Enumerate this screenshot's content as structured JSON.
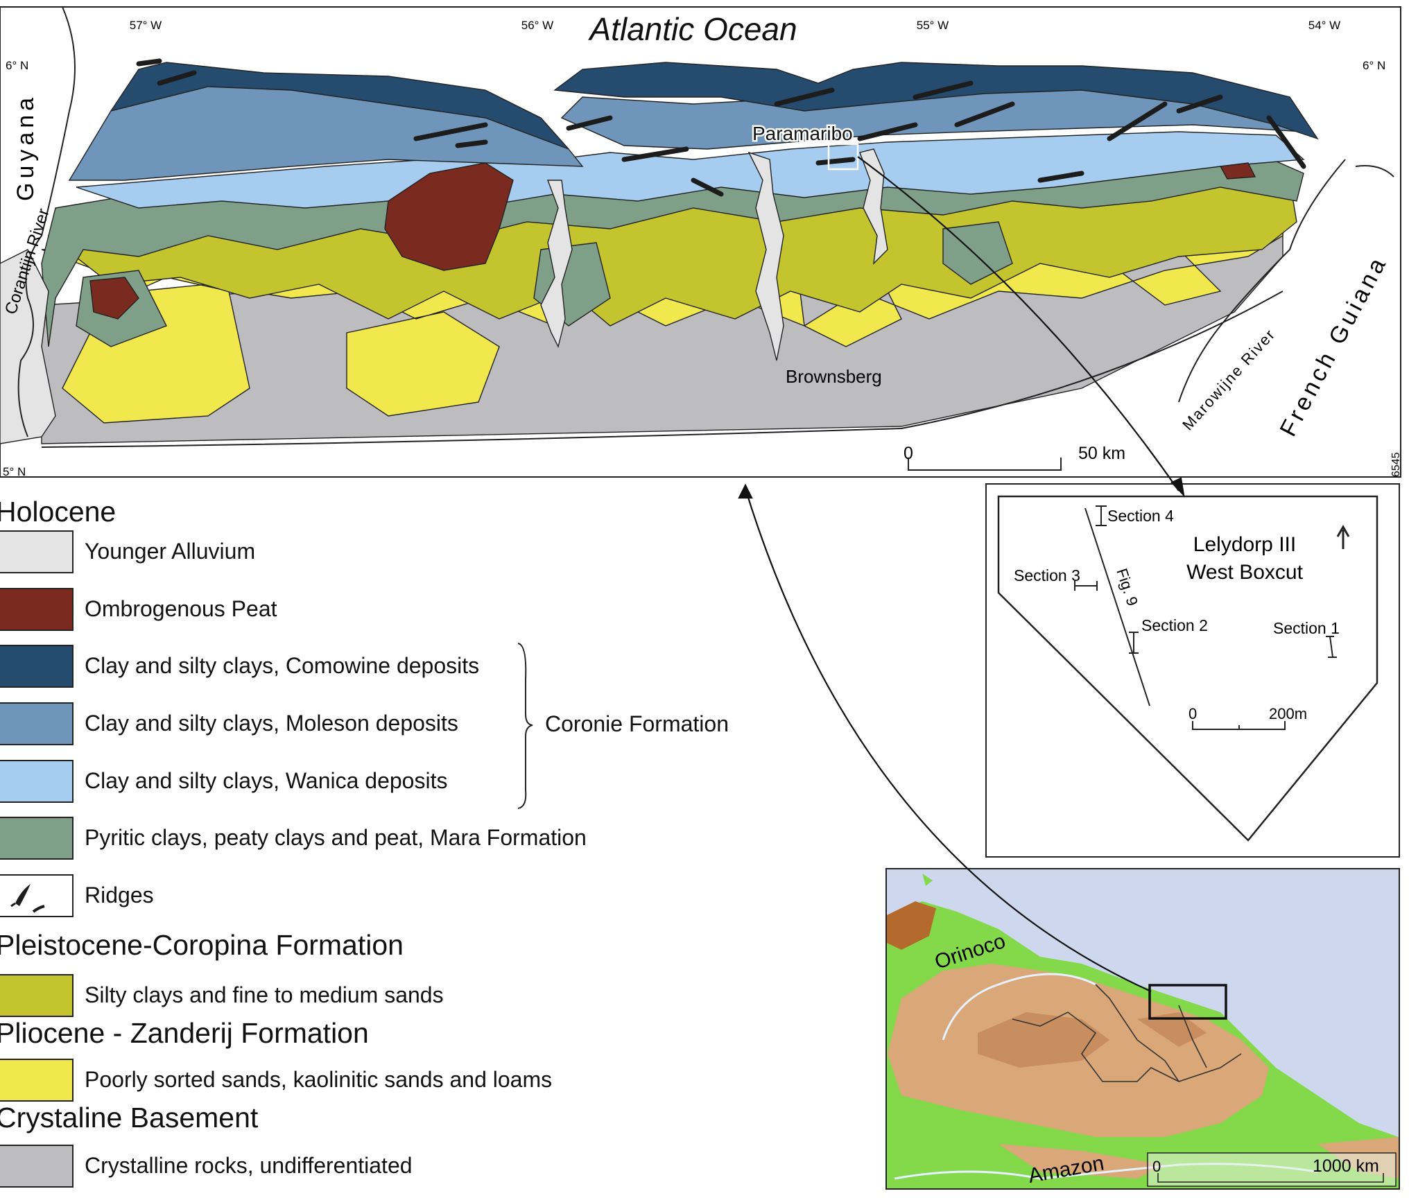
{
  "colors": {
    "younger_alluvium": "#e4e4e4",
    "ombrogenous_peat": "#7a2a1e",
    "comowine": "#254b6e",
    "moleson": "#6f95bb",
    "wanica": "#a6cdef",
    "mara": "#7f9f88",
    "coropina": "#c3c42e",
    "zanderij": "#f1e84e",
    "crystalline": "#bdbdc0",
    "ridges": "#1c1c1c",
    "inset_sea": "#cdd7ee",
    "inset_lowland": "#84d94a",
    "inset_upland": "#d9a778",
    "inset_upland_dark": "#c98e60",
    "inset_andes": "#b36a2c"
  },
  "map": {
    "title": "Atlantic Ocean",
    "graticule": {
      "longitudes": [
        "57° W",
        "56° W",
        "55° W",
        "54° W"
      ],
      "latitudes": [
        "6° N",
        "6° N",
        "5° N"
      ]
    },
    "places": {
      "guyana": "Guyana",
      "corantijn": "Corantijn River",
      "paramaribo": "Paramaribo",
      "brownsberg": "Brownsberg",
      "marowijne": "Marowijne River",
      "french_guiana": "French Guiana"
    },
    "scale": {
      "zero": "0",
      "max": "50 km"
    },
    "figure_code": "6545"
  },
  "detail": {
    "title_line1": "Lelydorp III",
    "title_line2": "West Boxcut",
    "sections": [
      "Section 4",
      "Section 3",
      "Section 2",
      "Section 1"
    ],
    "fig_line": "Fig. 9",
    "scale": {
      "zero": "0",
      "max": "200m"
    }
  },
  "inset": {
    "orinoco": "Orinoco",
    "amazon": "Amazon",
    "scale": {
      "zero": "0",
      "max": "1000 km"
    }
  },
  "legend": {
    "groups": [
      {
        "title": "Holocene",
        "items": [
          {
            "label": "Younger Alluvium",
            "key": "younger_alluvium"
          },
          {
            "label": "Ombrogenous Peat",
            "key": "ombrogenous_peat"
          },
          {
            "label": "Clay and silty clays, Comowine deposits",
            "key": "comowine"
          },
          {
            "label": "Clay and silty clays, Moleson deposits",
            "key": "moleson"
          },
          {
            "label": "Clay and silty clays, Wanica deposits",
            "key": "wanica"
          },
          {
            "label": "Pyritic clays, peaty clays and peat, Mara Formation",
            "key": "mara"
          },
          {
            "label": "Ridges",
            "key": "ridges"
          }
        ]
      },
      {
        "title": "Pleistocene-Coropina Formation",
        "items": [
          {
            "label": "Silty clays and fine to medium sands",
            "key": "coropina"
          }
        ]
      },
      {
        "title": "Pliocene - Zanderij Formation",
        "items": [
          {
            "label": "Poorly sorted sands, kaolinitic sands and loams",
            "key": "zanderij"
          }
        ]
      },
      {
        "title": "Crystaline Basement",
        "items": [
          {
            "label": "Crystalline rocks, undifferentiated",
            "key": "crystalline"
          }
        ]
      }
    ],
    "coronie_label": "Coronie Formation"
  }
}
